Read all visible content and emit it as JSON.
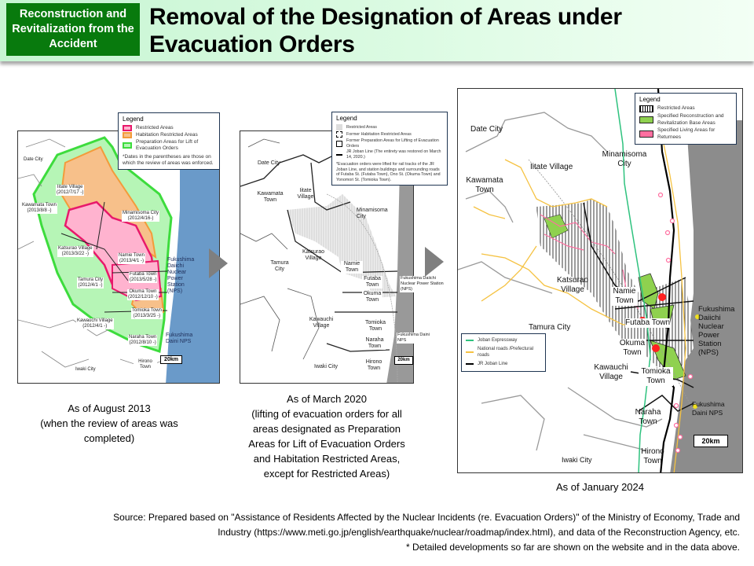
{
  "header": {
    "badge": "Reconstruction and Revitalization from the Accident",
    "title_line1": "Removal of the Designation of Areas under",
    "title_line2": "Evacuation Orders"
  },
  "map1": {
    "caption_line1": "As of August 2013",
    "caption_line2": "(when the review of areas was",
    "caption_line3": "completed)",
    "legend": {
      "title": "Legend",
      "items": [
        {
          "label": "Restricted Areas",
          "color": "#ff5c9a"
        },
        {
          "label": "Habitation Restricted Areas",
          "color": "#f7c08a"
        },
        {
          "label": "Preparation Areas for Lift of Evacuation Orders",
          "color": "#b6f5b6"
        }
      ],
      "note": "*Dates in the parentheses are those on which the review of areas was enforced."
    },
    "labels": {
      "date_city": "Date City",
      "iitate": "Iitate Village",
      "iitate_date": "(2012/7/17 -)",
      "kawamata": "Kawamata Town",
      "kawamata_date": "(2013/8/8 -)",
      "minamisoma": "Minamisoma City",
      "minamisoma_date": "(2012/4/16-)",
      "katsurao": "Katsurao Village",
      "katsurao_date": "(2013/3/22 -)",
      "namie": "Namie Town",
      "namie_date": "(2013/4/1 -)",
      "tamura": "Tamura City",
      "tamura_date": "(2012/4/1 -)",
      "futaba": "Futaba Town",
      "futaba_date": "(2013/5/28 -)",
      "okuma": "Okuma Town",
      "okuma_date": "(2012/12/10 -)",
      "tomioka": "Tomioka Town",
      "tomioka_date": "(2013/3/25 -)",
      "kawauchi": "Kawauchi Village",
      "kawauchi_date": "(2012/4/1 -)",
      "naraha": "Naraha Town",
      "naraha_date": "(2012/8/10 -)",
      "hirono": "Hirono Town",
      "iwaki": "Iwaki City",
      "daiichi": "Fukushima Daiichi Nuclear Power Station (NPS)",
      "daini": "Fukushima Daini NPS",
      "scale": "20km"
    }
  },
  "map2": {
    "caption_line1": "As of March 2020",
    "caption_line2": "(lifting of evacuation orders for all",
    "caption_line3": "areas designated as Preparation",
    "caption_line4": "Areas for Lift of Evacuation Orders",
    "caption_line5": "and Habitation Restricted Areas,",
    "caption_line6": "except for Restricted Areas)",
    "legend": {
      "title": "Legend",
      "items": [
        {
          "label": "Restricted Areas"
        },
        {
          "label": "Former Habitation Restricted Areas"
        },
        {
          "label": "Former Preparation Areas for Lifting of Evacuation Orders"
        },
        {
          "label": "JR Joban Line (The entirety was restored on March 14, 2020.)"
        }
      ],
      "note": "*Evacuation orders were lifted for rail tracks of the JR Joban Line, and station buildings and surrounding roads of Futaba St. (Futaba Town), Ono St. (Okuma Town) and Yonomori St. (Tomioka Town)."
    },
    "labels": {
      "date_city": "Date City",
      "kawamata": "Kawamata Town",
      "iitate": "Iitate Village",
      "minamisoma": "Minamisoma City",
      "katsurao": "Katsurao Village",
      "tamura": "Tamura City",
      "namie": "Namie Town",
      "futaba": "Futaba Town",
      "okuma": "Okuma Town",
      "kawauchi": "Kawauchi Village",
      "tomioka": "Tomioka Town",
      "naraha": "Naraha Town",
      "hirono": "Hirono Town",
      "iwaki": "Iwaki City",
      "daiichi": "Fukushima Daiichi Nuclear Power Station (NPS)",
      "daini": "Fukushima Daini NPS",
      "scale": "20km"
    }
  },
  "map3": {
    "caption": "As of January 2024",
    "legend": {
      "title": "Legend",
      "items": [
        {
          "label": "Restricted Areas"
        },
        {
          "label": "Specified Reconstruction and Revitalization Base Areas",
          "color": "#8fd14f"
        },
        {
          "label": "Specified Living Areas for Returnees",
          "color": "#ff6fa0"
        }
      ]
    },
    "legend2": {
      "items": [
        {
          "label": "Joban Expressway",
          "color": "#2ec27e"
        },
        {
          "label": "National roads /Prefectural roads",
          "color": "#f5c242"
        },
        {
          "label": "JR Joban Line",
          "color": "#000000"
        }
      ]
    },
    "labels": {
      "date_city": "Date City",
      "iitate": "Iitate Village",
      "minamisoma": "Minamisoma City",
      "kawamata": "Kawamata Town",
      "katsurao": "Katsurao Village",
      "namie": "Namie Town",
      "tamura": "Tamura City",
      "futaba": "Futaba Town",
      "okuma": "Okuma Town",
      "kawauchi": "Kawauchi Village",
      "tomioka": "Tomioka Town",
      "naraha": "Naraha Town",
      "hirono": "Hirono Town",
      "iwaki": "Iwaki City",
      "daiichi": "Fukushima Daiichi Nuclear Power Station (NPS)",
      "daini": "Fukushima Daini NPS",
      "scale": "20km"
    }
  },
  "source": {
    "line1": "Source: Prepared based on \"Assistance of Residents Affected by the Nuclear Incidents (re. Evacuation Orders)\" of the Ministry of Economy, Trade and",
    "line2": "Industry (https://www.meti.go.jp/english/earthquake/nuclear/roadmap/index.html), and data of the Reconstruction Agency, etc.",
    "line3": "* Detailed developments so far are shown on the website and in the data above."
  }
}
